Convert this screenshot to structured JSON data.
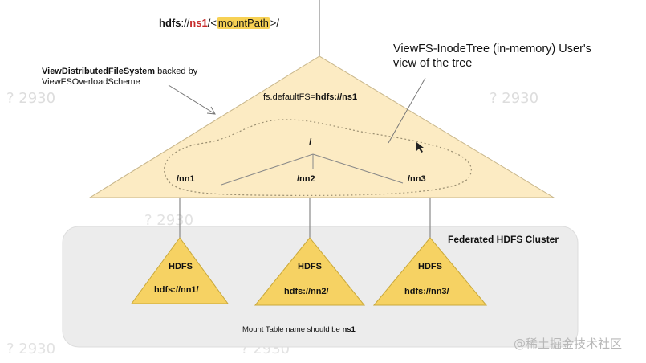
{
  "uri": {
    "prefix": "hdfs",
    "sep1": "://",
    "nameservice": "ns1",
    "sep2": "/<",
    "mount_path": "mountPath",
    "suffix": ">/"
  },
  "left_caption": {
    "line1_bold": "ViewDistributedFileSystem",
    "line1_rest": " backed by",
    "line2": "ViewFSOverloadScheme"
  },
  "right_caption": {
    "line1": "ViewFS-InodeTree (in-memory) User's",
    "line2": "view of the tree"
  },
  "default_fs": {
    "key": "fs.defaultFS=",
    "value": "hdfs://ns1"
  },
  "tree": {
    "root": "/",
    "children": [
      "/nn1",
      "/nn2",
      "/nn3"
    ]
  },
  "cluster": {
    "title": "Federated HDFS Cluster",
    "nodes": [
      {
        "label": "HDFS",
        "uri": "hdfs://nn1/"
      },
      {
        "label": "HDFS",
        "uri": "hdfs://nn2/"
      },
      {
        "label": "HDFS",
        "uri": "hdfs://nn3/"
      }
    ],
    "note_prefix": "Mount Table name should be ",
    "note_bold": "ns1"
  },
  "watermark": {
    "text": "@稀土掘金技术社区"
  },
  "colors": {
    "big_triangle_fill": "#fcebc3",
    "big_triangle_stroke": "#c8b68a",
    "small_triangle_fill": "#f6d263",
    "small_triangle_stroke": "#c9a83a",
    "cluster_fill": "#ececec",
    "line": "#888888",
    "highlight": "#f7d154",
    "red": "#c62828"
  }
}
